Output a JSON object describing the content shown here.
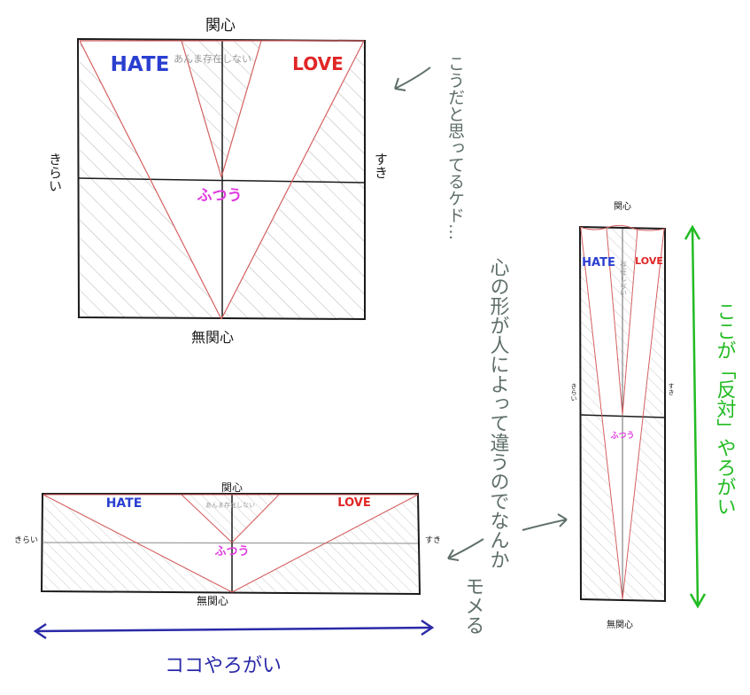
{
  "colors": {
    "ink": "#1a1a1a",
    "hatch": "#b5b5b5",
    "red_line": "#d46060",
    "hate": "#2a3fd0",
    "love": "#e02626",
    "futsuu": "#e03be0",
    "note_gray": "#5f6f6a",
    "green": "#22bb22",
    "navy": "#2a2aa8"
  },
  "top_diagram": {
    "top_label": "関心",
    "bottom_label": "無関心",
    "left_label": "きらい",
    "right_label": "すき",
    "hate": "HATE",
    "love": "LOVE",
    "futsuu": "ふつう",
    "center_note": "あんま存在しない"
  },
  "right_note": "こうだと思ってるケド…",
  "middle_note_1": "心の形が人によって違うのでなんか",
  "middle_note_2": "モメる",
  "wide_diagram": {
    "top_label": "関心",
    "bottom_label": "無関心",
    "left_label": "きらい",
    "right_label": "すき",
    "hate": "HATE",
    "love": "LOVE",
    "futsuu": "ふつう",
    "center_note": "あんま存在しない"
  },
  "wide_caption": "ココやろがい",
  "tall_diagram": {
    "top_label": "関心",
    "bottom_label": "無関心",
    "left_label": "きらい",
    "right_label": "すき",
    "hate": "HATE",
    "love": "LOVE",
    "futsuu": "ふつう",
    "center_note": "存在しない"
  },
  "tall_caption": "ここが「反対」やろがい"
}
